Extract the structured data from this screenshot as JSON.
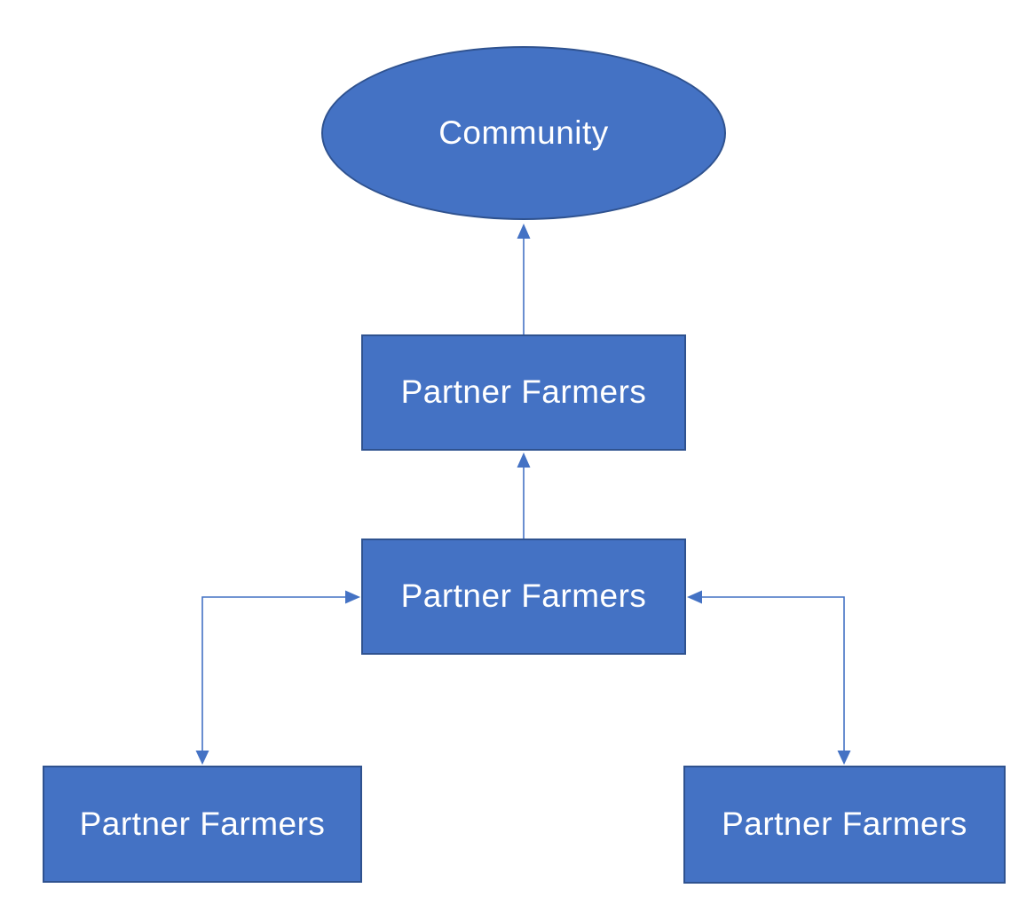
{
  "diagram": {
    "type": "flowchart",
    "nodes": {
      "community": {
        "label": "Community",
        "shape": "ellipse"
      },
      "partner_top": {
        "label": "Partner Farmers",
        "shape": "rect"
      },
      "partner_middle": {
        "label": "Partner Farmers",
        "shape": "rect"
      },
      "partner_bottom_left": {
        "label": "Partner Farmers",
        "shape": "rect"
      },
      "partner_bottom_right": {
        "label": "Partner Farmers",
        "shape": "rect"
      }
    },
    "edges": [
      {
        "from": "partner_top",
        "to": "community",
        "style": "straight",
        "arrowheads": "to"
      },
      {
        "from": "partner_middle",
        "to": "partner_top",
        "style": "straight",
        "arrowheads": "to"
      },
      {
        "from": "partner_middle",
        "to": "partner_bottom_left",
        "style": "elbow",
        "arrowheads": "both"
      },
      {
        "from": "partner_middle",
        "to": "partner_bottom_right",
        "style": "elbow",
        "arrowheads": "both"
      }
    ],
    "colors": {
      "shape_fill": "#4472C4",
      "shape_border": "#2F528F",
      "arrow": "#4472C4",
      "text": "#FFFFFF",
      "background": "#FFFFFF"
    }
  }
}
